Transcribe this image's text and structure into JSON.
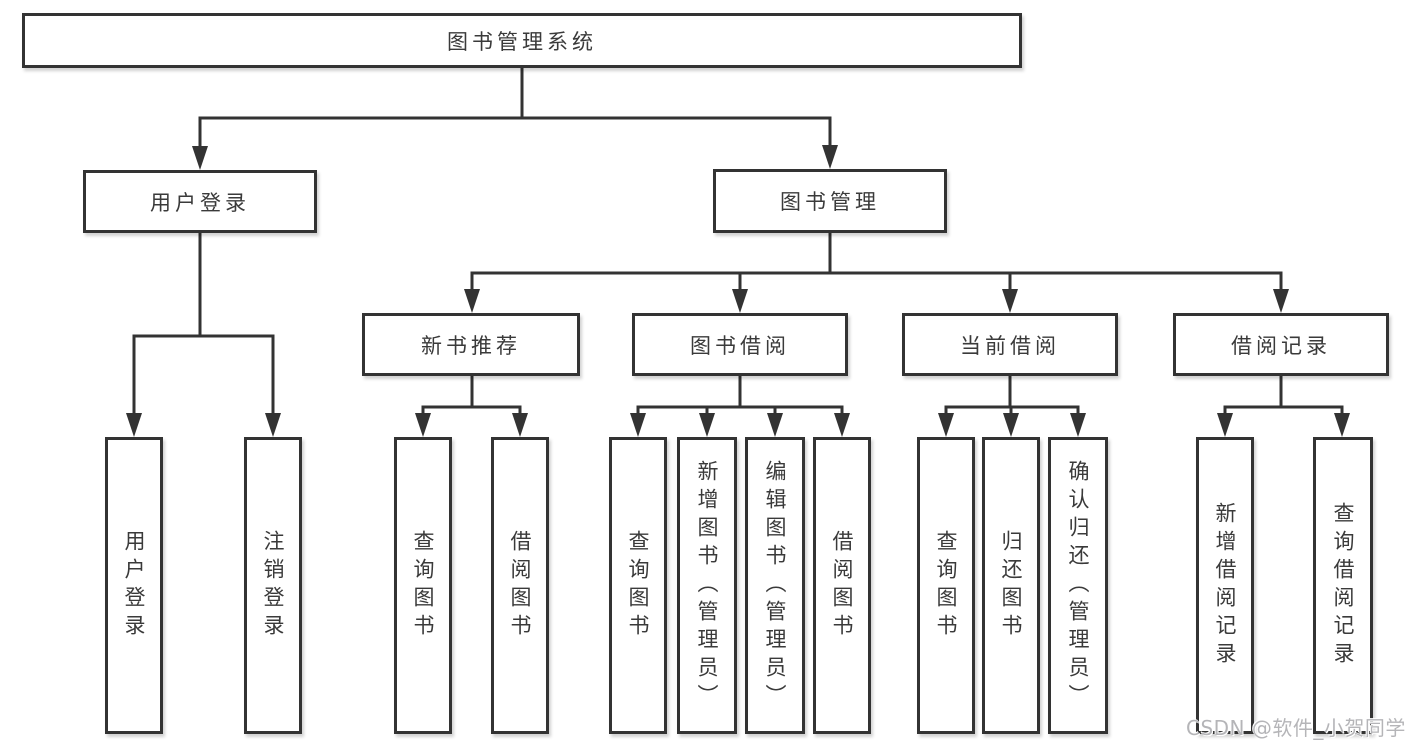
{
  "tree": {
    "root": {
      "label": "图书管理系统",
      "children": [
        {
          "label": "用户登录",
          "children": [
            {
              "label": "用户登录"
            },
            {
              "label": "注销登录"
            }
          ]
        },
        {
          "label": "图书管理",
          "children": [
            {
              "label": "新书推荐",
              "children": [
                {
                  "label": "查询图书"
                },
                {
                  "label": "借阅图书"
                }
              ]
            },
            {
              "label": "图书借阅",
              "children": [
                {
                  "label": "查询图书"
                },
                {
                  "label": "新增图书（管理员）"
                },
                {
                  "label": "编辑图书（管理员）"
                },
                {
                  "label": "借阅图书"
                }
              ]
            },
            {
              "label": "当前借阅",
              "children": [
                {
                  "label": "查询图书"
                },
                {
                  "label": "归还图书"
                },
                {
                  "label": "确认归还（管理员）"
                }
              ]
            },
            {
              "label": "借阅记录",
              "children": [
                {
                  "label": "新增借阅记录"
                },
                {
                  "label": "查询借阅记录"
                }
              ]
            }
          ]
        }
      ]
    }
  },
  "watermark": {
    "text": "CSDN @软件_小贺同学"
  },
  "colors": {
    "line": "#333333",
    "box_border": "#333333",
    "text": "#3a3a3a",
    "watermark": "#b5b5b8",
    "background": "#ffffff"
  }
}
